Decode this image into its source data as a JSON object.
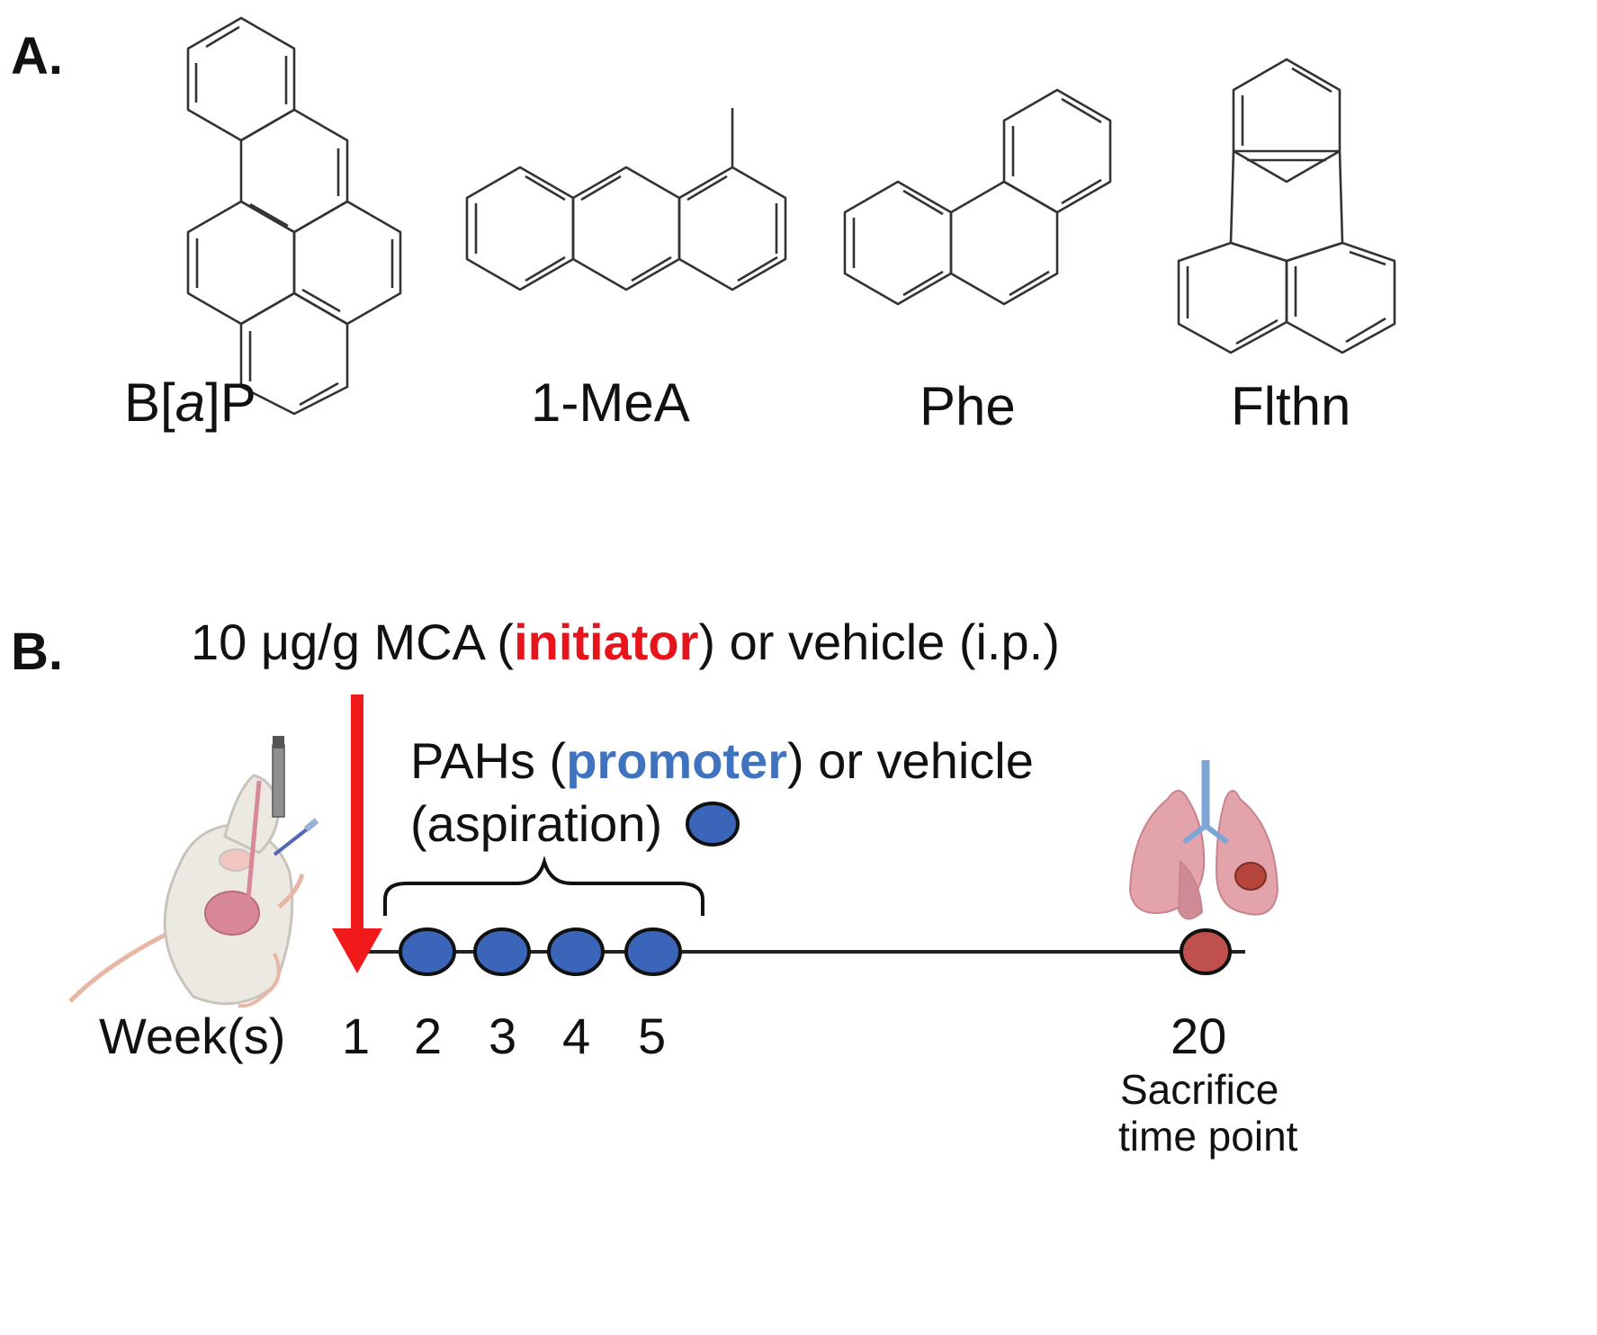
{
  "panel_a": {
    "label": "A.",
    "molecules": [
      {
        "name": "B[a]P",
        "prefix": "B[",
        "italic": "a",
        "suffix": "]P"
      },
      {
        "name": "1-MeA"
      },
      {
        "name": "Phe"
      },
      {
        "name": "Flthn"
      }
    ]
  },
  "panel_b": {
    "label": "B.",
    "initiator_line": {
      "before": "10 μg/g MCA (",
      "highlight": "initiator",
      "after": ") or vehicle (i.p.)",
      "highlight_color": "#e8141b"
    },
    "promoter_line": {
      "before": "PAHs (",
      "highlight": "promoter",
      "after": ") or vehicle",
      "second_line": "(aspiration)",
      "highlight_color": "#3f73c0"
    },
    "axis_label": "Week(s)",
    "weeks": [
      "1",
      "2",
      "3",
      "4",
      "5",
      "20"
    ],
    "sacrifice_label_1": "Sacrifice",
    "sacrifice_label_2": "time point",
    "colors": {
      "arrow": "#f01a1a",
      "promoter_dot": "#3a65b8",
      "sacrifice_dot": "#c0504d",
      "lung": "#e3a3aa",
      "trachea": "#7ea5d6"
    },
    "icons": [
      "mouse-aspiration-icon",
      "lungs-tumor-icon"
    ]
  }
}
